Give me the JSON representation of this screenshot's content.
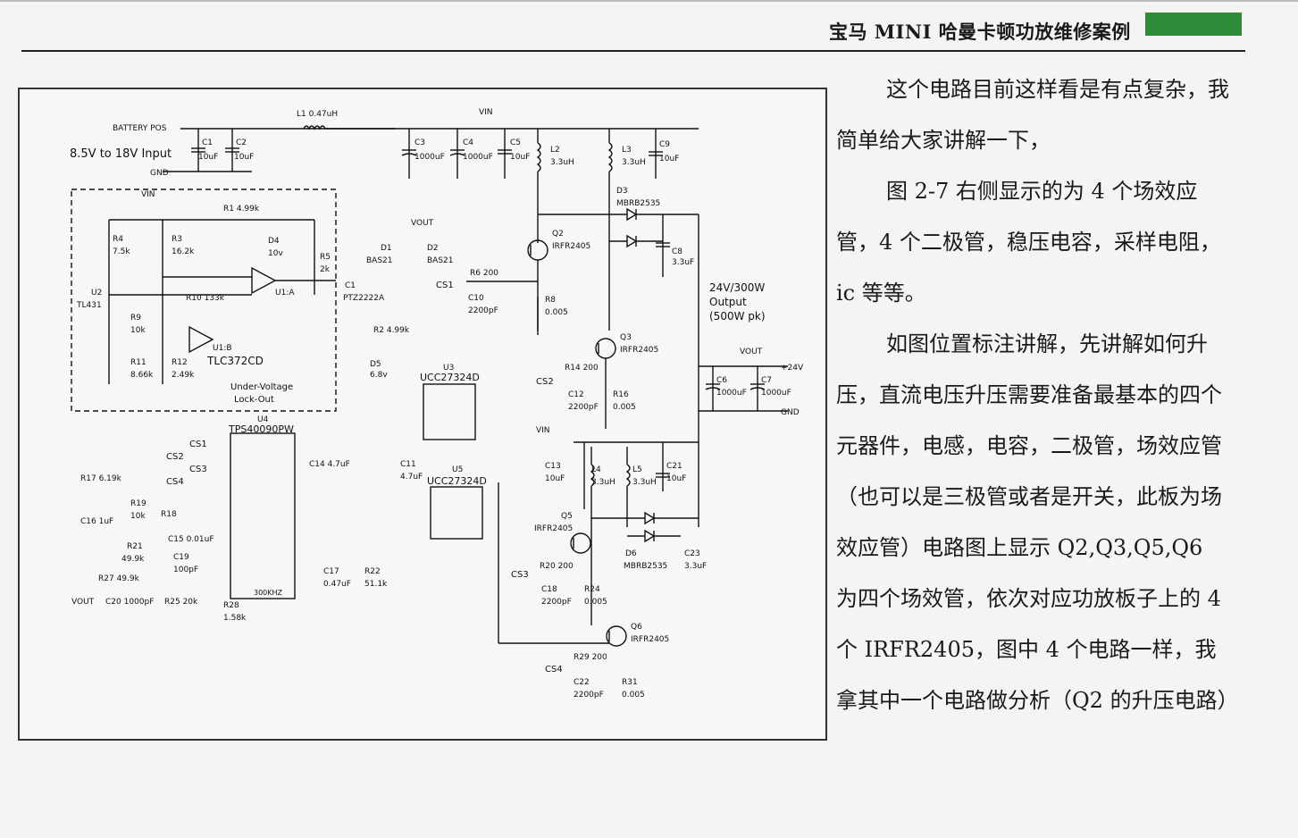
{
  "header": {
    "title": "宝马 MINI 哈曼卡顿功放维修案例",
    "accent_color": "#2f8a3a"
  },
  "schematic": {
    "labels": {
      "battery_pos": "BATTERY POS",
      "input_range": "8.5V to 18V Input",
      "gnd": "GND",
      "vin": "VIN",
      "vout": "VOUT",
      "l1": "L1  0.47uH",
      "c1": "C1",
      "c1v": "10uF",
      "c2": "C2",
      "c2v": "10uF",
      "c3": "C3",
      "c3v": "1000uF",
      "c4": "C4",
      "c4v": "1000uF",
      "c5": "C5",
      "c5v": "10uF",
      "l2": "L2",
      "l2v": "3.3uH",
      "l3": "L3",
      "l3v": "3.3uH",
      "c9": "C9",
      "c9v": "10uF",
      "d3": "D3",
      "d3v": "MBRB2535",
      "c8": "C8",
      "c8v": "3.3uF",
      "q2": "Q2",
      "q2v": "IRFR2405",
      "q3": "Q3",
      "q3v": "IRFR2405",
      "r6": "R6  200",
      "c10": "C10",
      "c10v": "2200pF",
      "r8": "R8",
      "r8v": "0.005",
      "cs1": "CS1",
      "cs2": "CS2",
      "cs3": "CS3",
      "cs4": "CS4",
      "d1": "D1",
      "d1v": "BAS21",
      "d2": "D2",
      "d2v": "BAS21",
      "c1x": "C1",
      "c1xv": "PTZ2222A",
      "r2": "R2  4.99k",
      "d5": "D5",
      "d5v": "6.8v",
      "output": "24V/300W",
      "output2": "Output",
      "output3": "(500W pk)",
      "plus24": "+24V",
      "c6": "C6",
      "c6v": "1000uF",
      "c7": "C7",
      "c7v": "1000uF",
      "r14": "R14  200",
      "c12": "C12",
      "c12v": "2200pF",
      "r16": "R16",
      "r16v": "0.005",
      "u3": "U3",
      "u3v": "UCC27324D",
      "u5": "U5",
      "u5v": "UCC27324D",
      "u4": "U4",
      "u4v": "TPS40090PW",
      "r1": "R1  4.99k",
      "r3": "R3",
      "r3v": "16.2k",
      "r4": "R4",
      "r4v": "7.5k",
      "d4": "D4",
      "d4v": "10v",
      "r5": "R5",
      "r5v": "2k",
      "u2": "U2",
      "u2v": "TL431",
      "r9": "R9",
      "r9v": "10k",
      "r10": "R10  133k",
      "u1a": "U1:A",
      "u1b": "U1:B",
      "tlc": "TLC372CD",
      "r11": "R11",
      "r11v": "8.66k",
      "r12": "R12",
      "r12v": "2.49k",
      "uvlo": "Under-Voltage",
      "uvlo2": "Lock-Out",
      "r17": "R17  6.19k",
      "r19": "R19",
      "r19v": "10k",
      "r18": "R18",
      "c16": "C16  1uF",
      "c15": "C15  0.01uF",
      "r21": "R21",
      "r21v": "49.9k",
      "c19": "C19",
      "c19v": "100pF",
      "r27": "R27  49.9k",
      "c20": "C20  1000pF",
      "r25": "R25  20k",
      "r28": "R28",
      "r28v": "1.58k",
      "c14": "C14  4.7uF",
      "c11": "C11",
      "c11v": "4.7uF",
      "c17": "C17",
      "c17v": "0.47uF",
      "r22": "R22",
      "r22v": "51.1k",
      "c13": "C13",
      "c13v": "10uF",
      "l4": "L4",
      "l4v": "3.3uH",
      "l5": "L5",
      "l5v": "3.3uH",
      "c21": "C21",
      "c21v": "10uF",
      "q5": "Q5",
      "q5v": "IRFR2405",
      "d6": "D6",
      "d6v": "MBRB2535",
      "c23": "C23",
      "c23v": "3.3uF",
      "r20": "R20  200",
      "c18": "C18",
      "c18v": "2200pF",
      "r24": "R24",
      "r24v": "0.005",
      "q6": "Q6",
      "q6v": "IRFR2405",
      "r29": "R29  200",
      "c22": "C22",
      "c22v": "2200pF",
      "r31": "R31",
      "r31v": "0.005",
      "khz": "300KHZ"
    }
  },
  "body": {
    "paragraphs": [
      "这个电路目前这样看是有点复杂，我简单给大家讲解一下，",
      "图 2-7 右侧显示的为 4 个场效应管，4 个二极管，稳压电容，采样电阻，ic 等等。",
      "如图位置标注讲解，先讲解如何升压，直流电压升压需要准备最基本的四个元器件，电感，电容，二极管，场效应管（也可以是三极管或者是开关，此板为场效应管）电路图上显示 Q2,Q3,Q5,Q6 为四个场效管，依次对应功放板子上的 4 个 IRFR2405，图中 4 个电路一样，我拿其中一个电路做分析（Q2 的升压电路）"
    ]
  }
}
